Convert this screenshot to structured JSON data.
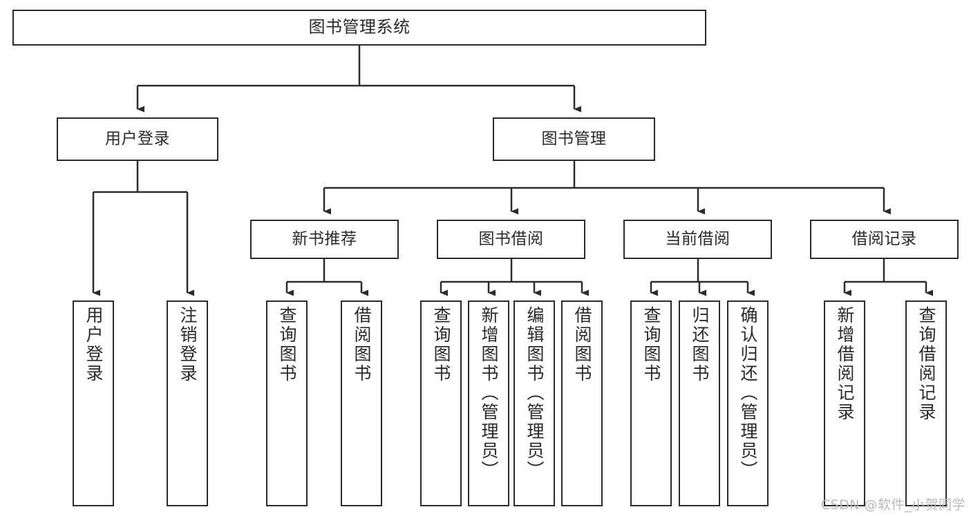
{
  "diagram": {
    "type": "tree",
    "title": "图书管理系统",
    "watermark": "CSDN @软件_小贺同学",
    "colors": {
      "stroke": "#2b2b2b",
      "fill": "#ffffff",
      "text": "#2a2a2a",
      "watermark": "#b9b9b9"
    },
    "nodes": {
      "root": "图书管理系统",
      "level2": {
        "user_login": "用户登录",
        "book_manage": "图书管理"
      },
      "level3": {
        "new_book_rec": "新书推荐",
        "book_borrow": "图书借阅",
        "current_borrow": "当前借阅",
        "borrow_record": "借阅记录"
      },
      "leaves": {
        "user_login_1": "用户登录",
        "user_login_2": "注销登录",
        "new_book_rec_1": "查询图书",
        "new_book_rec_2": "借阅图书",
        "book_borrow_1": "查询图书",
        "book_borrow_2": "新增图书（管理员）",
        "book_borrow_3": "编辑图书（管理员）",
        "book_borrow_4": "借阅图书",
        "current_borrow_1": "查询图书",
        "current_borrow_2": "归还图书",
        "current_borrow_3": "确认归还（管理员）",
        "borrow_record_1": "新增借阅记录",
        "borrow_record_2": "查询借阅记录"
      }
    }
  }
}
